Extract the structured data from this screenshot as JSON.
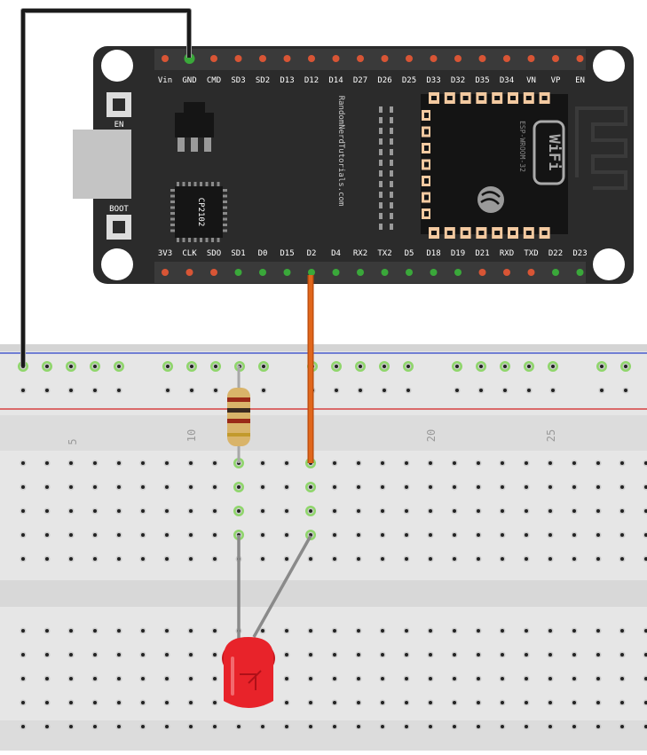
{
  "board": {
    "top_pins": [
      "Vin",
      "GND",
      "CMD",
      "SD3",
      "SD2",
      "D13",
      "D12",
      "D14",
      "D27",
      "D26",
      "D25",
      "D33",
      "D32",
      "D35",
      "D34",
      "VN",
      "VP",
      "EN"
    ],
    "bottom_pins": [
      "3V3",
      "CLK",
      "SDO",
      "SD1",
      "D0",
      "D15",
      "D2",
      "D4",
      "RX2",
      "TX2",
      "D5",
      "D18",
      "D19",
      "D21",
      "RXD",
      "TXD",
      "D22",
      "D23"
    ],
    "en_button_label": "EN",
    "boot_button_label": "BOOT",
    "usb_chip_label": "CP2102",
    "watermark": "RandomNerdTutorials.com",
    "module_label": "ESP-WROOM-32",
    "wifi_logo": "WiFi"
  },
  "breadboard": {
    "column_numbers": [
      "5",
      "10",
      "20",
      "25"
    ]
  },
  "colors": {
    "board": "#2b2b2b",
    "header": "#3a3a3a",
    "wire_ground": "#1a1a1a",
    "wire_signal": "#e0661b",
    "led": "#e8232a",
    "breadboard": "#e6e6e6",
    "rail_blue": "#2a40c8",
    "rail_red": "#d42020",
    "hole_active": "#8fd66b"
  }
}
